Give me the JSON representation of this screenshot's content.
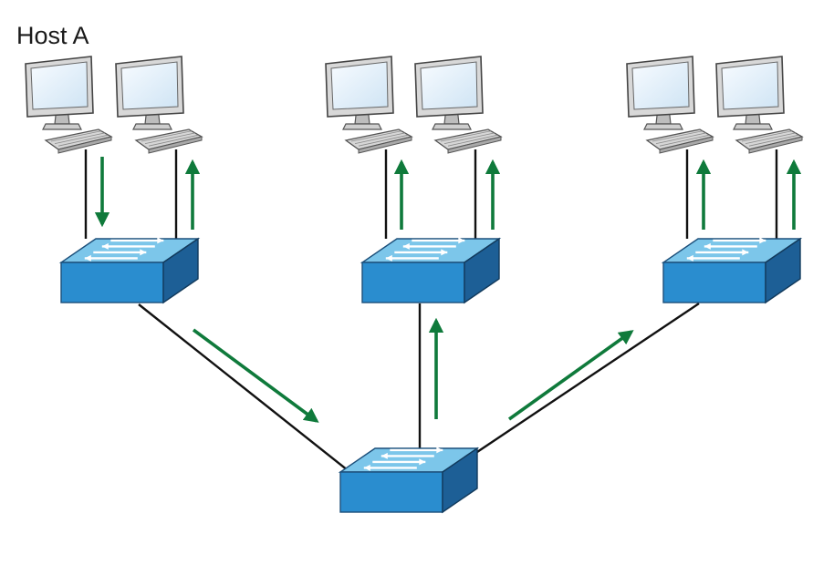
{
  "host_label": "Host A",
  "colors": {
    "arrow": "#0f7a3b",
    "cable": "#111111",
    "switch_top": "#7cc6ea",
    "switch_front": "#2a8dcf",
    "switch_side": "#1d5f96",
    "monitor_bezel": "#d8d8d8",
    "screen": "#e8f3fb",
    "keyboard": "#d6d6d6"
  },
  "icons": [
    "computer-icon",
    "switch-icon",
    "arrow-icon",
    "cable-line"
  ],
  "hosts": [
    {
      "id": "host-a",
      "arrow": "down"
    },
    {
      "id": "host-2",
      "arrow": "up"
    },
    {
      "id": "host-3",
      "arrow": "up"
    },
    {
      "id": "host-4",
      "arrow": "up"
    },
    {
      "id": "host-5",
      "arrow": "up"
    },
    {
      "id": "host-6",
      "arrow": "up"
    }
  ],
  "switches": [
    {
      "id": "switch-left"
    },
    {
      "id": "switch-center"
    },
    {
      "id": "switch-right"
    },
    {
      "id": "switch-core"
    }
  ],
  "links": [
    {
      "from": "switch-left",
      "to": "switch-core",
      "arrow": "toward-core"
    },
    {
      "from": "switch-core",
      "to": "switch-center",
      "arrow": "toward-center"
    },
    {
      "from": "switch-core",
      "to": "switch-right",
      "arrow": "toward-right"
    }
  ]
}
